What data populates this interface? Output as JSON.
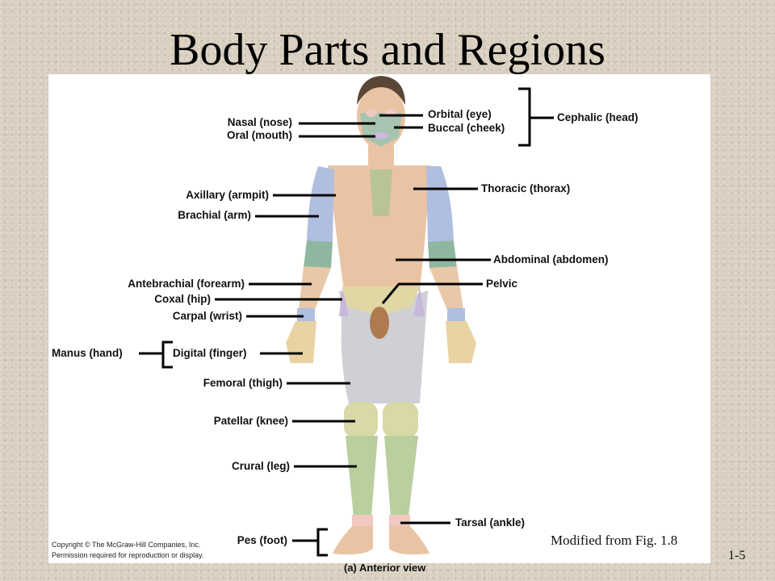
{
  "slide": {
    "title": "Body Parts and Regions",
    "caption": "Modified from Fig. 1.8",
    "slide_number": "1-5",
    "copyright_line1": "Copyright © The McGraw-Hill Companies, Inc.",
    "copyright_line2": "Permission required for reproduction or display.",
    "view_label": "(a) Anterior view"
  },
  "labels": {
    "orbital": "Orbital (eye)",
    "buccal": "Buccal (cheek)",
    "cephalic": "Cephalic (head)",
    "nasal": "Nasal (nose)",
    "oral": "Oral (mouth)",
    "thoracic": "Thoracic (thorax)",
    "axillary": "Axillary (armpit)",
    "brachial": "Brachial (arm)",
    "abdominal": "Abdominal (abdomen)",
    "antebrachial": "Antebrachial (forearm)",
    "pelvic": "Pelvic",
    "coxal": "Coxal (hip)",
    "carpal": "Carpal (wrist)",
    "manus": "Manus (hand)",
    "digital": "Digital (finger)",
    "femoral": "Femoral (thigh)",
    "patellar": "Patellar (knee)",
    "crural": "Crural (leg)",
    "tarsal": "Tarsal (ankle)",
    "pes": "Pes (foot)"
  },
  "colors": {
    "background": "#d8cfbf",
    "skin": "#e9c4a4",
    "cephalic_region": "#a7c4b0",
    "arm_region": "#b0bedf",
    "forearm_region": "#e8c8a8",
    "thigh_region": "#cfcfd6",
    "knee_region": "#d8d9a6",
    "leg_region": "#b9cf9e",
    "thorax_center": "#b8c494",
    "pelvic_region": "#e0d7a4",
    "axillary_region": "#8fb7a0"
  }
}
